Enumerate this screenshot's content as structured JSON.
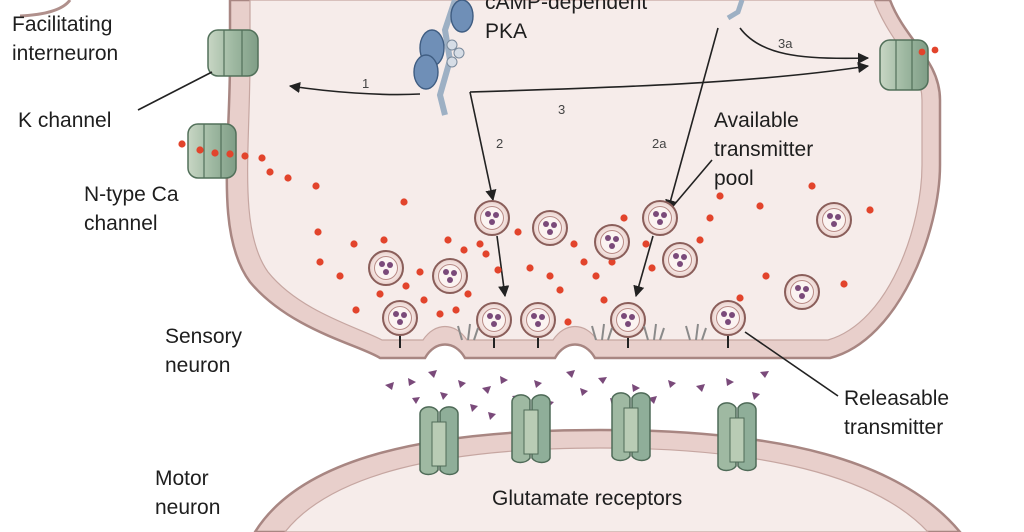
{
  "labels": {
    "facilitating_interneuron": [
      "Facilitating",
      "interneuron"
    ],
    "camp_pka": [
      "cAMP-dependent",
      "PKA"
    ],
    "k_channel": "K channel",
    "n_type_ca_channel": [
      "N-type Ca",
      "channel"
    ],
    "available_transmitter_pool": [
      "Available",
      "transmitter",
      "pool"
    ],
    "sensory_neuron": [
      "Sensory",
      "neuron"
    ],
    "releasable_transmitter": [
      "Releasable",
      "transmitter"
    ],
    "motor_neuron": [
      "Motor",
      "neuron"
    ],
    "glutamate_receptors": "Glutamate receptors"
  },
  "pathway_numbers": {
    "p1": "1",
    "p2": "2",
    "p2a": "2a",
    "p3": "3",
    "p3a": "3a"
  },
  "colors": {
    "membrane_fill": "#e8cfcb",
    "membrane_edge": "#a88682",
    "cytoplasm": "#f6ecea",
    "channel_green": "#9fb9a2",
    "receptor_green": "#8fae99",
    "calcium_red": "#e2442c",
    "transmitter_purple": "#7a4a7a",
    "pka_blue": "#5f7fa8"
  }
}
